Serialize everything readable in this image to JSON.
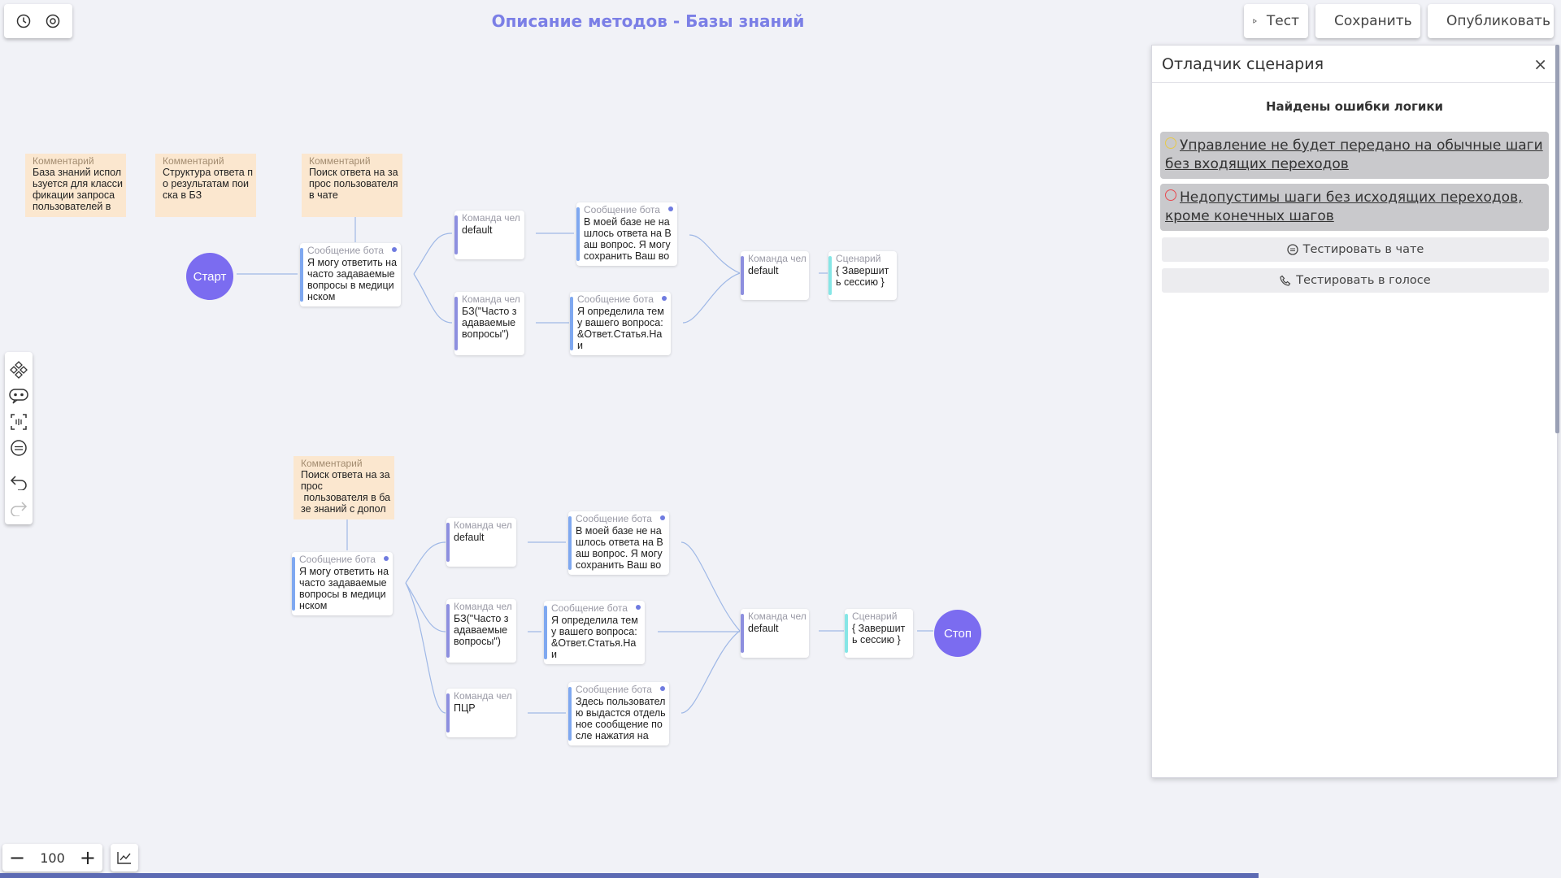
{
  "header": {
    "title": "Описание методов - Базы знаний",
    "test": "Тест",
    "save": "Сохранить",
    "publish": "Опубликовать"
  },
  "debugger": {
    "title": "Отладчик сценария",
    "subtitle": "Найдены ошибки логики",
    "errors": [
      {
        "text": "Управление не будет передано на обычные шаги без входящих переходов",
        "color": "#f1e05a"
      },
      {
        "text": "Недопустимы шаги без исходящих переходов, кроме конечных шагов",
        "color": "#e8494f"
      }
    ],
    "test_chat": "Тестировать в чате",
    "test_voice": "Тестировать в голосе"
  },
  "zoom": {
    "value": "100"
  },
  "flow": {
    "start": "Старт",
    "stop": "Стоп",
    "comment_label": "Комментарий",
    "bot_label": "Сообщение бота",
    "cmd_label": "Команда чел",
    "scenario_label": "Сценарий",
    "comments": [
      "База знаний используется для классификации запроса пользователей в",
      "Структура ответа по результатам поиска в БЗ",
      "Поиск ответа на запрос пользователя в чате",
      "Поиск ответа на запрос\n пользователя в базе знаний с допол"
    ],
    "bots": [
      "Я могу ответить на часто задаваемые вопросы в медицинском",
      "В моей базе не нашлось ответа на Ваш вопрос. Я могу сохранить Ваш во",
      "Я определила тему вашего вопроса: &Ответ.Статья.Наи",
      "Я могу ответить на часто задаваемые вопросы в медицинском",
      "В моей базе не нашлось ответа на Ваш вопрос. Я могу сохранить Ваш во",
      "Я определила тему вашего вопроса: &Ответ.Статья.Наи",
      "Здесь пользователю выдастся отдельное сообщение после нажатия на"
    ],
    "cmds": [
      "default",
      "БЗ(\"Часто задаваемые вопросы\")",
      "default",
      "default",
      "БЗ(\"Часто задаваемые вопросы\")",
      "ПЦР",
      "default"
    ],
    "scenarios": [
      "{ Завершить сессию }",
      "{ Завершить сессию }"
    ]
  }
}
